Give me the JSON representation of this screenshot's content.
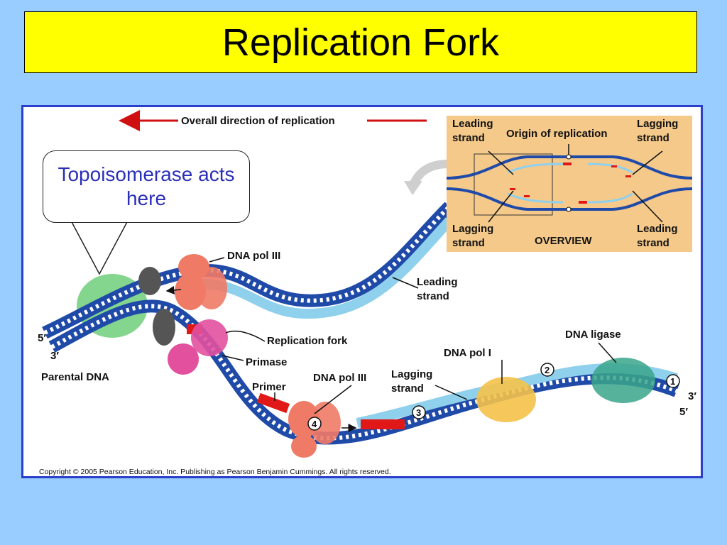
{
  "slide": {
    "title": "Replication Fork",
    "callout": "Topoisomerase acts here"
  },
  "figure": {
    "direction_label": "Overall direction of replication",
    "labels": {
      "dna_pol_iii_top": "DNA pol III",
      "leading_strand": "Leading strand",
      "replication_fork": "Replication fork",
      "primase": "Primase",
      "parental_dna": "Parental DNA",
      "primer": "Primer",
      "dna_pol_iii_bottom": "DNA pol III",
      "lagging_strand": "Lagging strand",
      "dna_pol_i": "DNA pol I",
      "dna_ligase": "DNA ligase",
      "five_prime_left": "5′",
      "three_prime_left": "3′",
      "three_prime_right": "3′",
      "five_prime_right": "5′"
    },
    "step_numbers": [
      "1",
      "2",
      "3",
      "4"
    ],
    "overview": {
      "title": "OVERVIEW",
      "origin": "Origin of replication",
      "leading_top_left": "Leading strand",
      "lagging_top_right": "Lagging strand",
      "lagging_bottom_left": "Lagging strand",
      "leading_bottom_right": "Leading strand"
    },
    "copyright": "Copyright © 2005 Pearson Education, Inc. Publishing as Pearson Benjamin Cummings. All rights reserved.",
    "colors": {
      "parental_strand": "#1f4aa8",
      "new_strand": "#8fd0ec",
      "primer_rna": "#e01818",
      "polymerase": "#ef7a66",
      "primase": "#e2509e",
      "helicase": "#6fcf7a",
      "ligase": "#3aa58a",
      "dna_pol_i": "#f5c24a",
      "overview_bg": "#f5c98a"
    }
  }
}
